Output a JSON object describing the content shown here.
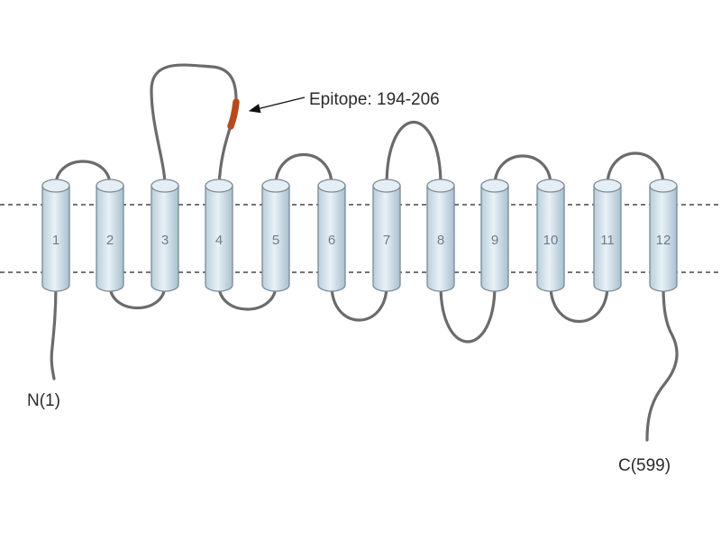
{
  "diagram": {
    "helices": [
      "1",
      "2",
      "3",
      "4",
      "5",
      "6",
      "7",
      "8",
      "9",
      "10",
      "11",
      "12"
    ],
    "n_terminus_label": "N(1)",
    "c_terminus_label": "C(599)",
    "epitope_label": "Epitope: 194-206",
    "colors": {
      "helix_fill": "#cfe0ea",
      "helix_stroke": "#7a8a96",
      "loop": "#6b6b6b",
      "epitope": "#b54a1e",
      "membrane_line": "#222222"
    }
  }
}
